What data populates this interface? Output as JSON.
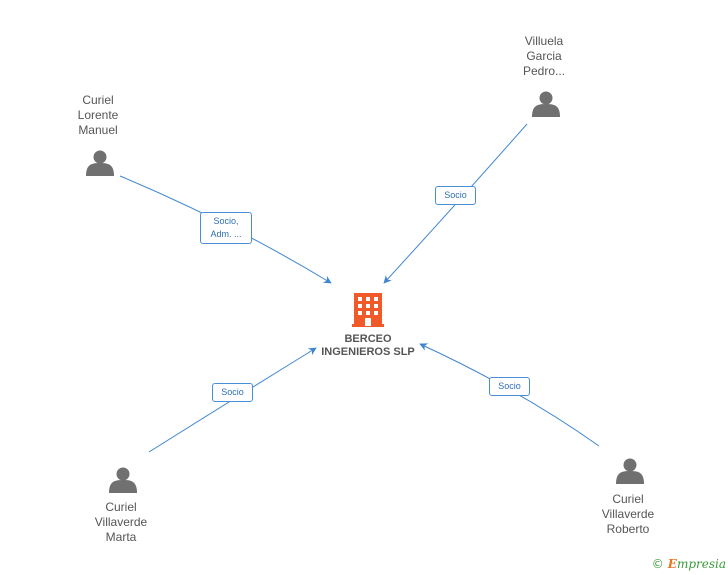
{
  "colors": {
    "edge": "#3f86d1",
    "person": "#707070",
    "company": "#f05a28",
    "text": "#555555"
  },
  "company": {
    "name": "BERCEO INGENIEROS SLP",
    "icon": "building-icon"
  },
  "people": [
    {
      "id": "curiel-lorente",
      "lines": [
        "Curiel",
        "Lorente",
        "Manuel"
      ],
      "icon": "person-icon"
    },
    {
      "id": "villuela-garcia",
      "lines": [
        "Villuela",
        "Garcia",
        "Pedro..."
      ],
      "icon": "person-icon"
    },
    {
      "id": "curiel-villaverde-marta",
      "lines": [
        "Curiel",
        "Villaverde",
        "Marta"
      ],
      "icon": "person-icon"
    },
    {
      "id": "curiel-villaverde-roberto",
      "lines": [
        "Curiel",
        "Villaverde",
        "Roberto"
      ],
      "icon": "person-icon"
    }
  ],
  "edges": [
    {
      "from": "curiel-lorente",
      "label_lines": [
        "Socio,",
        "Adm. ..."
      ]
    },
    {
      "from": "villuela-garcia",
      "label_lines": [
        "Socio"
      ]
    },
    {
      "from": "curiel-villaverde-marta",
      "label_lines": [
        "Socio"
      ]
    },
    {
      "from": "curiel-villaverde-roberto",
      "label_lines": [
        "Socio"
      ]
    }
  ],
  "footer": {
    "copyright": "©",
    "brand_first": "E",
    "brand_rest": "mpresia"
  }
}
